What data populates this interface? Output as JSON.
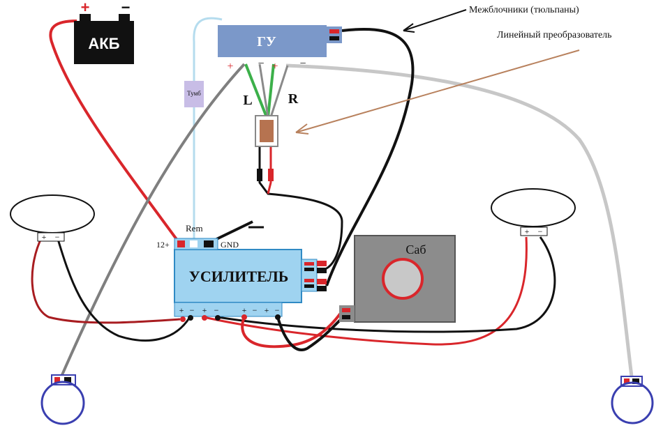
{
  "battery": {
    "label": "АКБ",
    "plus": "+",
    "minus": "−"
  },
  "head_unit": {
    "label": "ГУ",
    "terminals": [
      "+",
      "−",
      "+",
      "−"
    ]
  },
  "channels": {
    "left": "L",
    "right": "R"
  },
  "switch_label": "Тумб",
  "amplifier": {
    "label": "УСИЛИТЕЛЬ",
    "power_label": "12+",
    "rem_label": "Rem",
    "gnd_label": "GND",
    "out_terminals": [
      "+",
      "−",
      "+",
      "−",
      "+",
      "−",
      "+",
      "−"
    ]
  },
  "subwoofer": {
    "label": "Саб"
  },
  "speaker_terminals": {
    "plus": "+",
    "minus": "−"
  },
  "annotations": {
    "interconnects": "Межблочники (тюльпаны)",
    "line_converter": "Линейный преобразователь"
  },
  "colors": {
    "head_unit": "#7b98c9",
    "amplifier": "#9fd3f0",
    "amplifier_border": "#2f8ac4",
    "switch": "#c8bde6",
    "converter": "#b67350",
    "sub_box": "#8c8c8c",
    "sub_cone": "#c8c8c8",
    "wire_red": "#d9262b",
    "wire_black": "#111111",
    "wire_gray": "#7f7f7f",
    "wire_lightgray": "#c7c7c7",
    "wire_green": "#3cb04a",
    "wire_lightblue": "#b5dcee",
    "arrow_brown": "#b8815d",
    "speaker_ring": "#3a3fb0"
  }
}
